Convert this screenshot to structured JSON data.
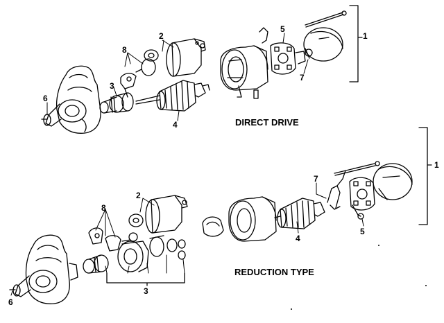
{
  "sections": [
    {
      "title": "DIRECT DRIVE",
      "callouts": [
        "1",
        "2",
        "3",
        "4",
        "5",
        "6",
        "7",
        "8"
      ]
    },
    {
      "title": "REDUCTION TYPE",
      "callouts": [
        "1",
        "2",
        "3",
        "4",
        "5",
        "6",
        "7",
        "8"
      ]
    }
  ],
  "colors": {
    "ink": "#000000",
    "paper": "#ffffff"
  }
}
